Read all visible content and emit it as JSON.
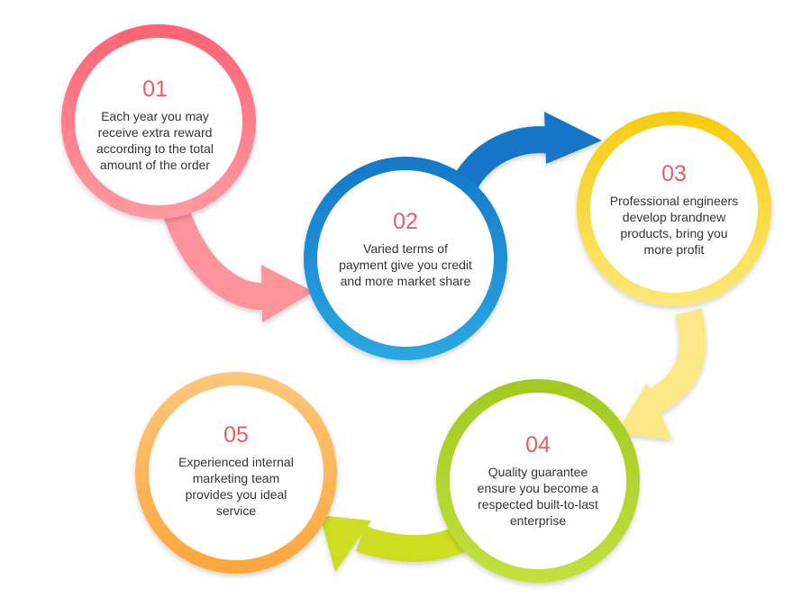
{
  "steps": [
    {
      "num": "01",
      "text": "Each year you may receive extra reward according to the total amount of the order",
      "color": "#ff6b78"
    },
    {
      "num": "02",
      "text": "Varied terms of payment give you credit and more market share",
      "color": "#1e8fd5"
    },
    {
      "num": "03",
      "text": "Professional engineers develop brandnew products, bring you more profit",
      "color": "#f7d117"
    },
    {
      "num": "04",
      "text": "Quality guarantee ensure you become a respected built-to-last enterprise",
      "color": "#a7cf2a"
    },
    {
      "num": "05",
      "text": "Experienced internal marketing team provides you ideal service",
      "color": "#ffb44d"
    }
  ]
}
